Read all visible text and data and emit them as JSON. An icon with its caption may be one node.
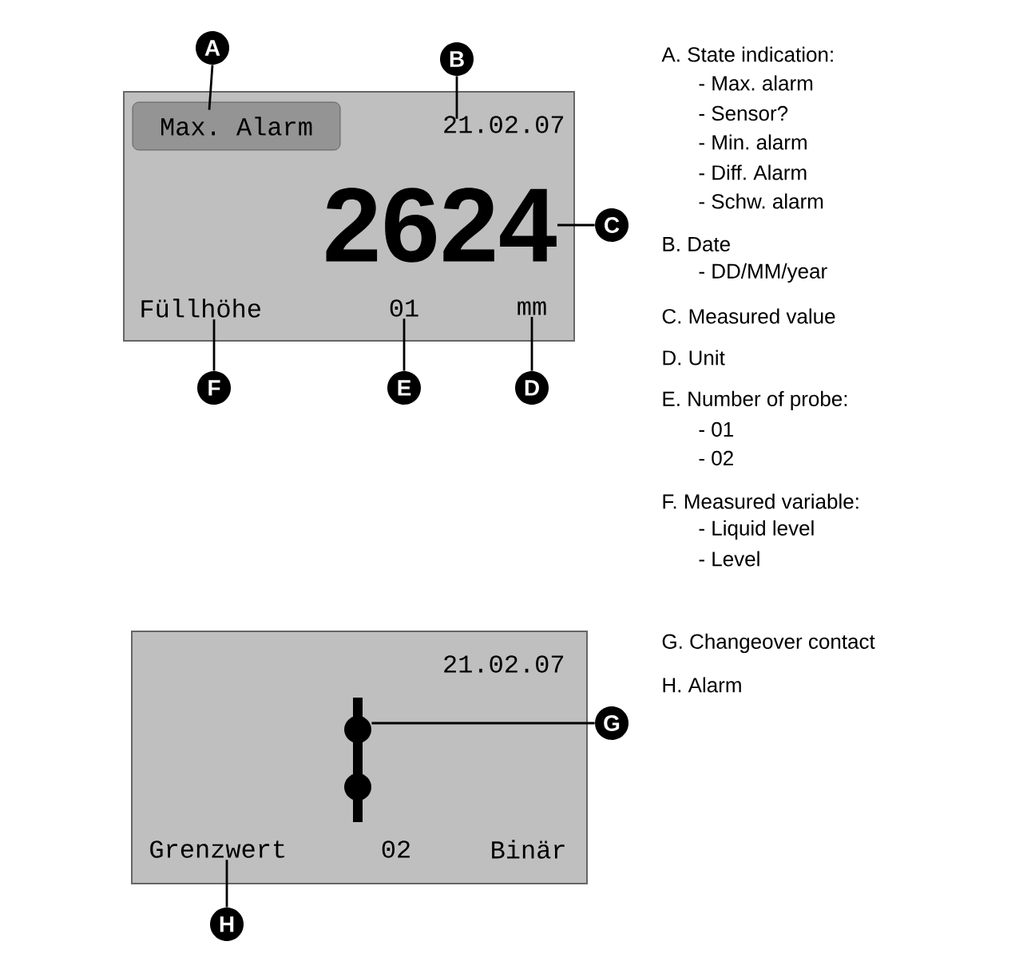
{
  "diagram": {
    "nodes": [
      {
        "text": [],
        "shape": "box"
      },
      {
        "text": [
          "Max. Alarm"
        ],
        "in": 0
      },
      {
        "text": [
          "21.02.07"
        ],
        "in": 0
      },
      {
        "text": [
          "2624"
        ],
        "in": 0
      },
      {
        "text": [
          "Füllhöhe"
        ],
        "in": 0
      },
      {
        "text": [
          "01"
        ],
        "in": 0
      },
      {
        "text": [
          "mm"
        ],
        "in": 0
      },
      {
        "text": [
          "A"
        ]
      },
      {
        "text": [
          "B"
        ]
      },
      {
        "text": [
          "C"
        ]
      },
      {
        "text": [
          "D"
        ]
      },
      {
        "text": [
          "E"
        ]
      },
      {
        "text": [
          "F"
        ]
      },
      {
        "text": [],
        "shape": "box"
      },
      {
        "text": [],
        "shape": "picture",
        "in": 13
      },
      {
        "text": [
          "Grenzwert"
        ],
        "in": 13
      },
      {
        "text": [
          "G"
        ]
      },
      {
        "text": [
          "H"
        ]
      }
    ],
    "edges": [
      {
        "from": 7,
        "to": 1,
        "arrow": "none"
      },
      {
        "from": 8,
        "to": 2,
        "arrow": "none"
      },
      {
        "from": 9,
        "to": 3,
        "arrow": "none"
      },
      {
        "from": 10,
        "to": 6,
        "arrow": "none"
      },
      {
        "from": 11,
        "to": 5,
        "arrow": "none"
      },
      {
        "from": 12,
        "to": 4,
        "arrow": "none"
      },
      {
        "from": 16,
        "to": 14,
        "arrow": "none"
      },
      {
        "from": 17,
        "to": 15,
        "arrow": "none"
      }
    ],
    "labels": [
      "A. State indication:",
      "- Max. alarm",
      "- Sensor?",
      "- Min. alarm",
      "- Diff. Alarm",
      "- Schw. alarm",
      "B. Date",
      "- DD/MM/year",
      "C. Measured value",
      "D. Unit",
      "E. Number of probe:",
      "- 01",
      "- 02",
      "F. Measured variable:",
      "- Liquid level",
      "- Level",
      "G. Changeover contact",
      "H. Alarm",
      "21.02.07",
      "02",
      "Binär"
    ]
  }
}
